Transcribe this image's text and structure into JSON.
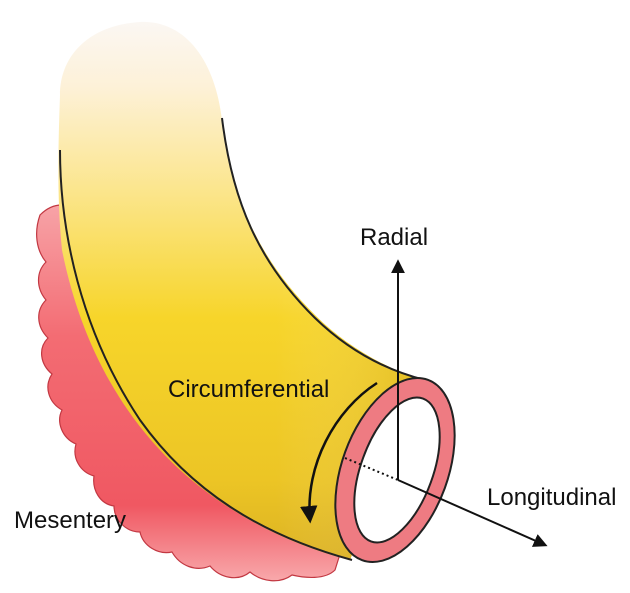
{
  "diagram": {
    "labels": {
      "radial": "Radial",
      "circumferential": "Circumferential",
      "longitudinal": "Longitudinal",
      "mesentery": "Mesentery"
    },
    "colors": {
      "tube_yellow": "#f7d52a",
      "tube_yellow_dark": "#d9ae1c",
      "tube_top_fade": "#fbf6ef",
      "mesentery_red": "#f05a64",
      "mesentery_light": "#f8b4b6",
      "ring_pink": "#ee7b82",
      "outline": "#222222"
    }
  }
}
